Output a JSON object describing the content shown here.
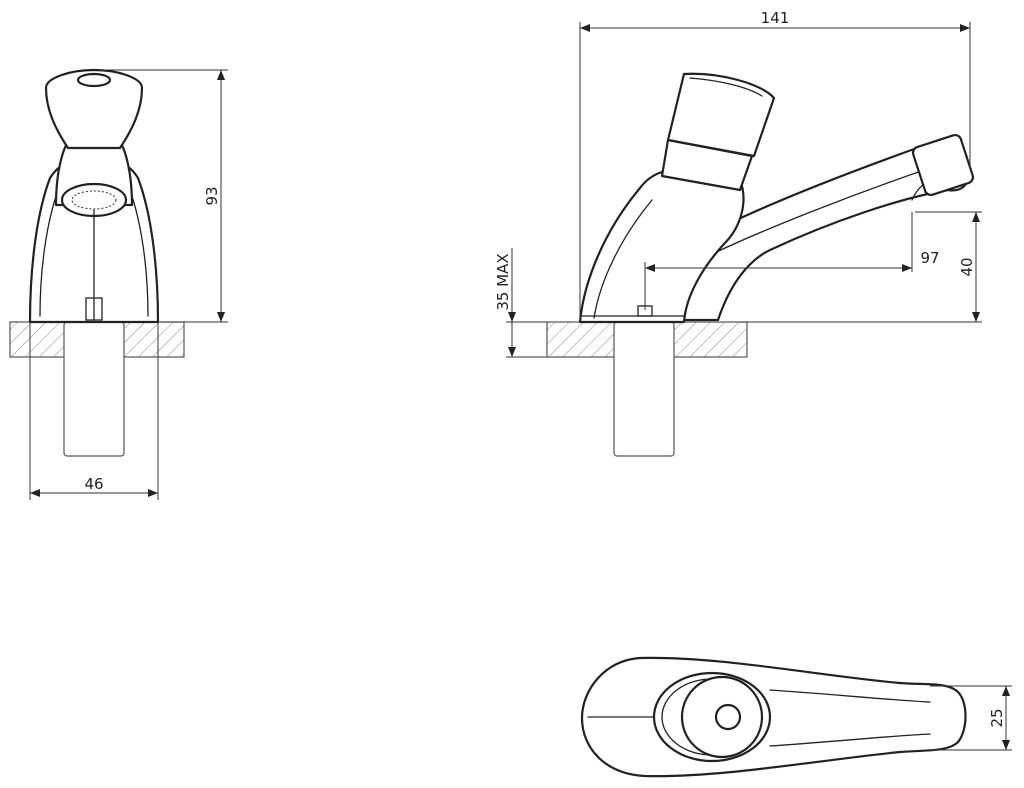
{
  "dimensions": {
    "front_height": "93",
    "front_width": "46",
    "side_length": "141",
    "side_deck": "35 MAX",
    "side_reach": "97",
    "side_outlet_height": "40",
    "top_width": "25"
  },
  "colors": {
    "line": "#222222",
    "hatch": "#888888",
    "background": "#ffffff"
  }
}
